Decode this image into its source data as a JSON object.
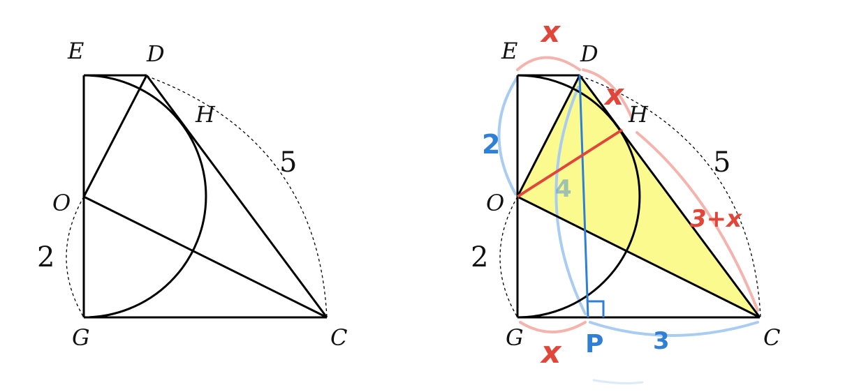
{
  "figures": {
    "left": {
      "points": {
        "E": "E",
        "D": "D",
        "H": "H",
        "O": "O",
        "G": "G",
        "C": "C"
      },
      "lengths": {
        "arc_DC": "5",
        "arc_OG": "2"
      }
    },
    "right": {
      "points": {
        "E": "E",
        "D": "D",
        "H": "H",
        "O": "O",
        "G": "G",
        "C": "C"
      },
      "lengths": {
        "arc_DC": "5",
        "arc_OG": "2"
      },
      "annotations": {
        "ED": "x",
        "DH": "x",
        "HC": "3+x",
        "EO": "2",
        "OP": "4",
        "GP": "x",
        "PC": "3",
        "P": "P"
      }
    }
  },
  "colors": {
    "line": "#000000",
    "highlight": "#fafa8e",
    "red": "#e0463a",
    "blue": "#2f7fd6",
    "light_red": "#f4b4ad",
    "light_blue": "#a9cdf2"
  }
}
